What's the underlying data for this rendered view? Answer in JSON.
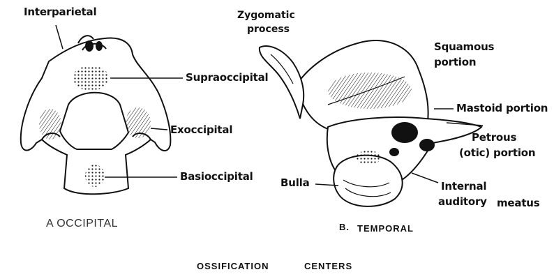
{
  "occipital": {
    "caption": "A OCCIPITAL",
    "labels": {
      "interparietal": "Interparietal",
      "supraoccipital": "Supraoccipital",
      "exoccipital": "Exoccipital",
      "basioccipital": "Basioccipital"
    }
  },
  "temporal": {
    "caption_letter": "B.",
    "caption_word": "TEMPORAL",
    "labels": {
      "zygomatic_line1": "Zygomatic",
      "zygomatic_line2": "process",
      "squamous_line1": "Squamous",
      "squamous_line2": "portion",
      "mastoid": "Mastoid portion",
      "petrous_line1": "Petrous",
      "petrous_line2": "(otic) portion",
      "bulla": "Bulla",
      "internal_line1": "Internal",
      "internal_line2a": "auditory",
      "internal_line2b": "meatus"
    }
  },
  "footer": {
    "word1": "OSSIFICATION",
    "word2": "CENTERS"
  }
}
